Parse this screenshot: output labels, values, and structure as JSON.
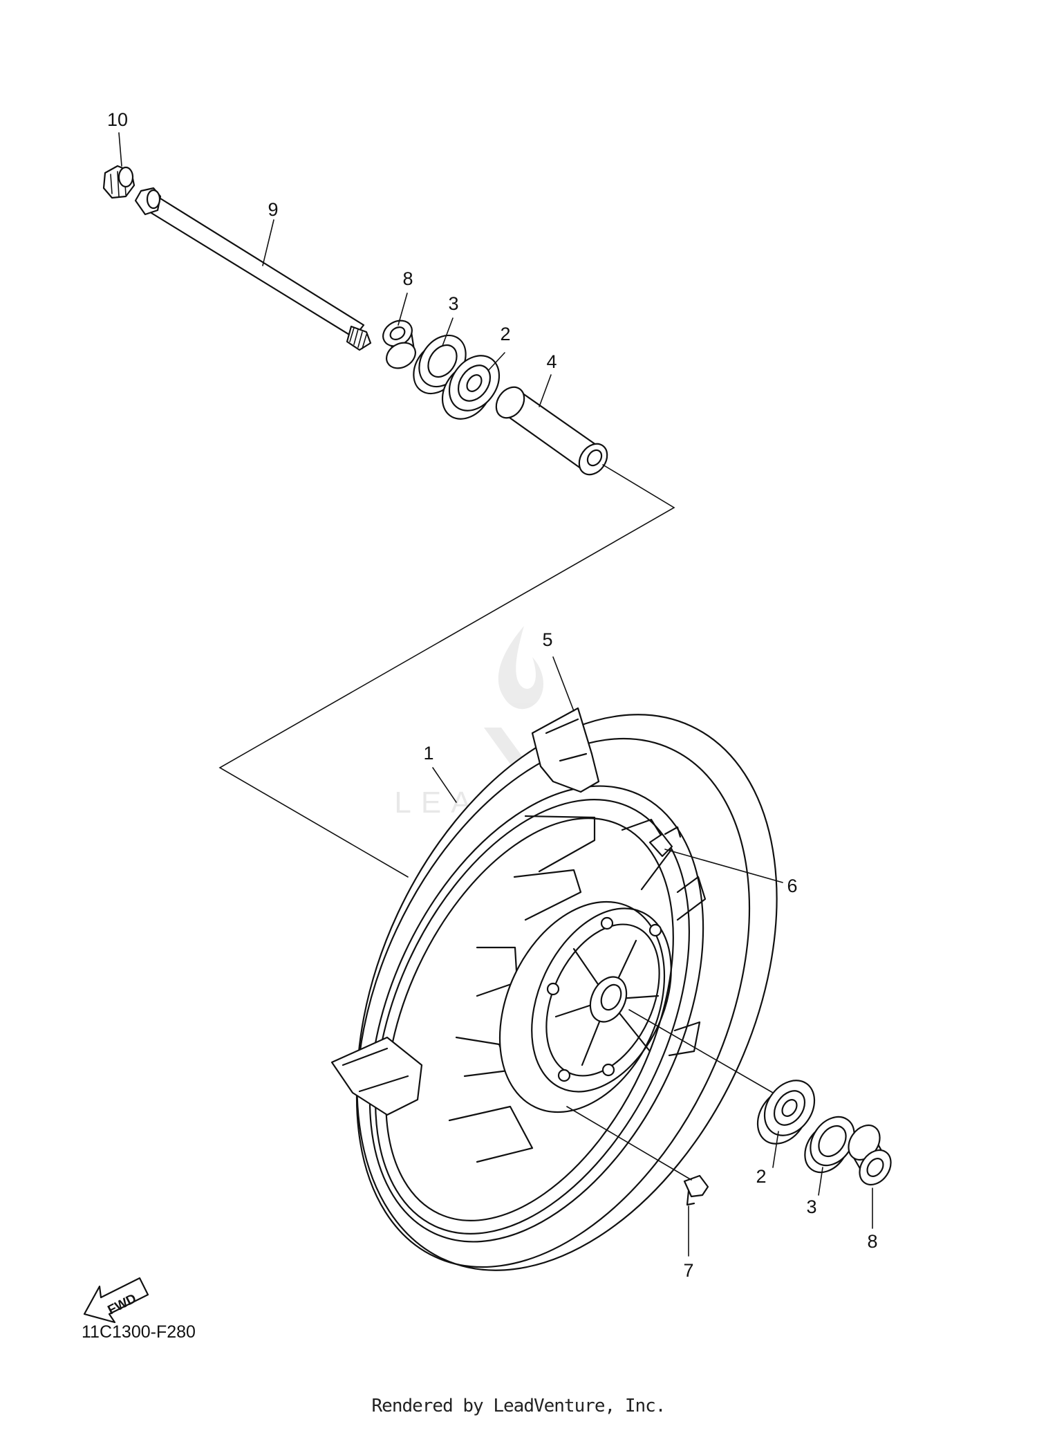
{
  "diagram": {
    "part_code": "11C1300-F280",
    "fwd_label": "FWD",
    "watermark_text": "LEADVENTURE",
    "credit": "Rendered by LeadVenture, Inc.",
    "callouts": {
      "c1": "1",
      "c2a": "2",
      "c2b": "2",
      "c3a": "3",
      "c3b": "3",
      "c4": "4",
      "c5": "5",
      "c6": "6",
      "c7": "7",
      "c8a": "8",
      "c8b": "8",
      "c9": "9",
      "c10": "10"
    }
  }
}
